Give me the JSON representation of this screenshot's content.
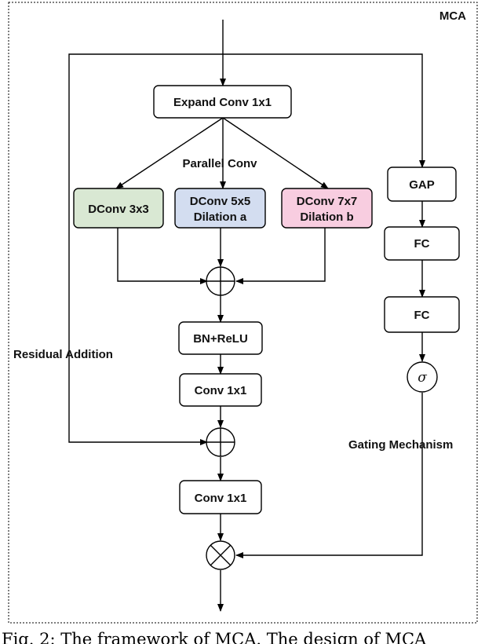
{
  "module_label": "MCA",
  "nodes": {
    "expand_conv": "Expand Conv 1x1",
    "parallel_conv": "Parallel Conv",
    "dconv3": "DConv 3x3",
    "dconv5_l1": "DConv 5x5",
    "dconv5_l2": "Dilation a",
    "dconv7_l1": "DConv 7x7",
    "dconv7_l2": "Dilation b",
    "bn_relu": "BN+ReLU",
    "conv1": "Conv 1x1",
    "conv2": "Conv 1x1",
    "gap": "GAP",
    "fc1": "FC",
    "fc2": "FC",
    "sigma": "σ"
  },
  "labels": {
    "residual": "Residual Addition",
    "gating": "Gating Mechanism"
  },
  "caption": "Fig. 2: The framework of MCA. The design of MCA",
  "colors": {
    "dconv3_fill": "#d9e8d3",
    "dconv5_fill": "#d3ddf0",
    "dconv7_fill": "#f8cde0",
    "border": "#000000"
  }
}
